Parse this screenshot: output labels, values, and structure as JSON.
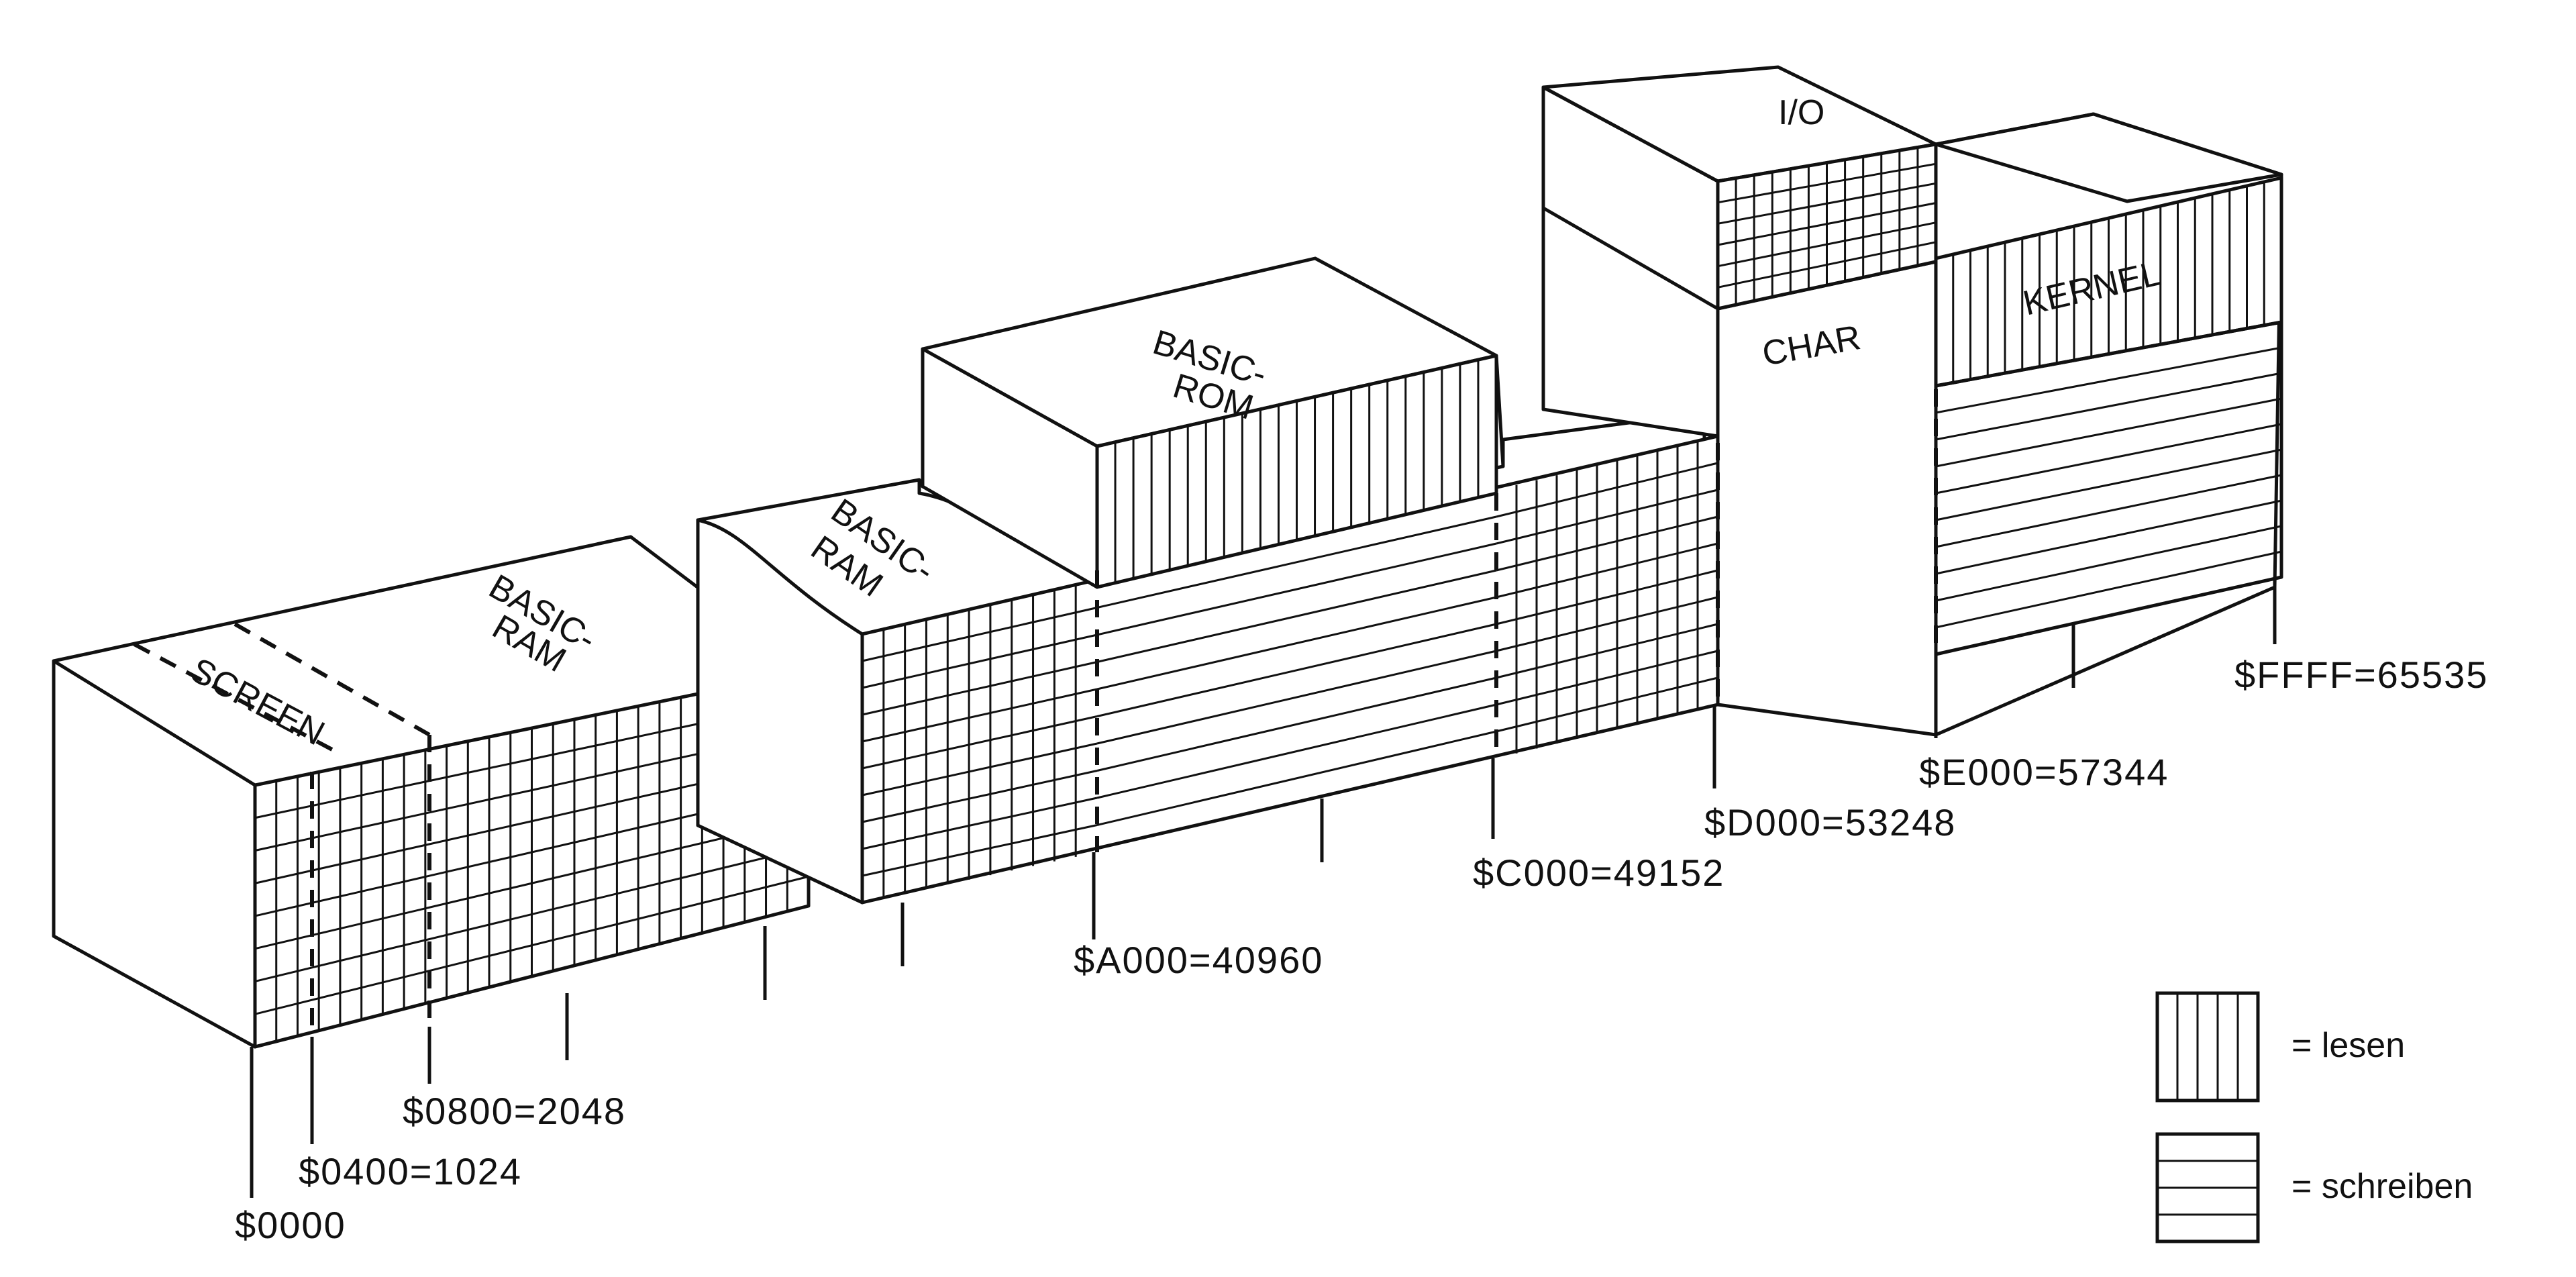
{
  "blocks": {
    "screen": "SCREEN",
    "basic_ram_1_line1": "BASIC-",
    "basic_ram_1_line2": "RAM",
    "basic_ram_2_line1": "BASIC-",
    "basic_ram_2_line2": "RAM",
    "basic_rom_line1": "BASIC-",
    "basic_rom_line2": "ROM",
    "io": "I/O",
    "char": "CHAR",
    "kernel": "KERNEL"
  },
  "addresses": {
    "a0000": "$0000",
    "a0400": "$0400=1024",
    "a0800": "$0800=2048",
    "aA000": "$A000=40960",
    "aC000": "$C000=49152",
    "aD000": "$D000=53248",
    "aE000": "$E000=57344",
    "aFFFF": "$FFFF=65535"
  },
  "legend": {
    "read": "= lesen",
    "write": "= schreiben"
  },
  "colors": {
    "ink": "#111111",
    "paper": "#ffffff"
  }
}
